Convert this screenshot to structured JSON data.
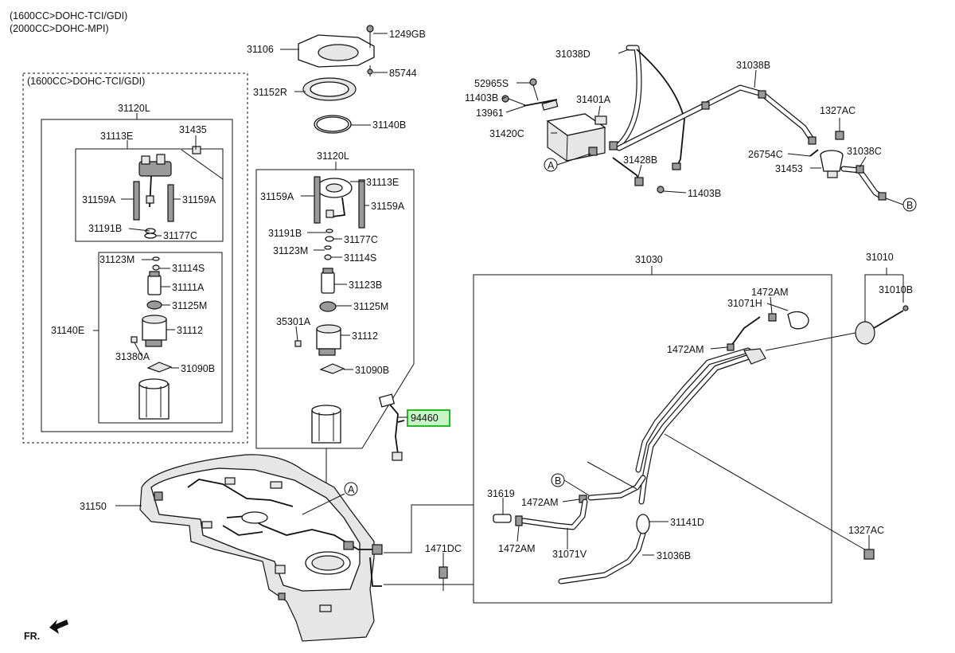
{
  "notes": {
    "engine_1": "(1600CC>DOHC-TCI/GDI)",
    "engine_2": "(2000CC>DOHC-MPI)",
    "box_note": "(1600CC>DOHC-TCI/GDI)",
    "front": "FR."
  },
  "callouts": {
    "A": "A",
    "B": "B"
  },
  "highlight_color": "#22bb22",
  "labels": [
    "31106",
    "1249GB",
    "85744",
    "31152R",
    "31140B",
    "31120L",
    "31113E",
    "31435",
    "31159A",
    "31159A",
    "31191B",
    "31177C",
    "31123M",
    "31114S",
    "31111A",
    "31125M",
    "31140E",
    "31112",
    "31380A",
    "31090B",
    "31120L",
    "31113E",
    "31159A",
    "31159A",
    "31191B",
    "31177C",
    "31123M",
    "31114S",
    "31123B",
    "31125M",
    "35301A",
    "31112",
    "31090B",
    "94460",
    "31150",
    "31038D",
    "31038B",
    "52965S",
    "11403B",
    "31401A",
    "13961",
    "1327AC",
    "31420C",
    "26754C",
    "31038C",
    "31428B",
    "31453",
    "11403B",
    "31030",
    "31010",
    "31010B",
    "1472AM",
    "31071H",
    "1472AM",
    "31619",
    "1472AM",
    "31141D",
    "1472AM",
    "31071V",
    "1471DC",
    "31036B",
    "1327AC"
  ]
}
